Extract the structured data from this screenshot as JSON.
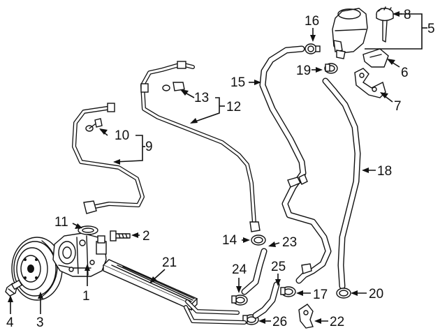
{
  "callouts": [
    {
      "id": "c1",
      "label": "1"
    },
    {
      "id": "c2",
      "label": "2"
    },
    {
      "id": "c3",
      "label": "3"
    },
    {
      "id": "c4",
      "label": "4"
    },
    {
      "id": "c5",
      "label": "5"
    },
    {
      "id": "c6",
      "label": "6"
    },
    {
      "id": "c7",
      "label": "7"
    },
    {
      "id": "c8",
      "label": "8"
    },
    {
      "id": "c9",
      "label": "9"
    },
    {
      "id": "c10",
      "label": "10"
    },
    {
      "id": "c11",
      "label": "11"
    },
    {
      "id": "c12",
      "label": "12"
    },
    {
      "id": "c13",
      "label": "13"
    },
    {
      "id": "c14",
      "label": "14"
    },
    {
      "id": "c15",
      "label": "15"
    },
    {
      "id": "c16",
      "label": "16"
    },
    {
      "id": "c17",
      "label": "17"
    },
    {
      "id": "c18",
      "label": "18"
    },
    {
      "id": "c19",
      "label": "19"
    },
    {
      "id": "c20",
      "label": "20"
    },
    {
      "id": "c21",
      "label": "21"
    },
    {
      "id": "c22",
      "label": "22"
    },
    {
      "id": "c23",
      "label": "23"
    },
    {
      "id": "c24",
      "label": "24"
    },
    {
      "id": "c25",
      "label": "25"
    },
    {
      "id": "c26",
      "label": "26"
    }
  ]
}
